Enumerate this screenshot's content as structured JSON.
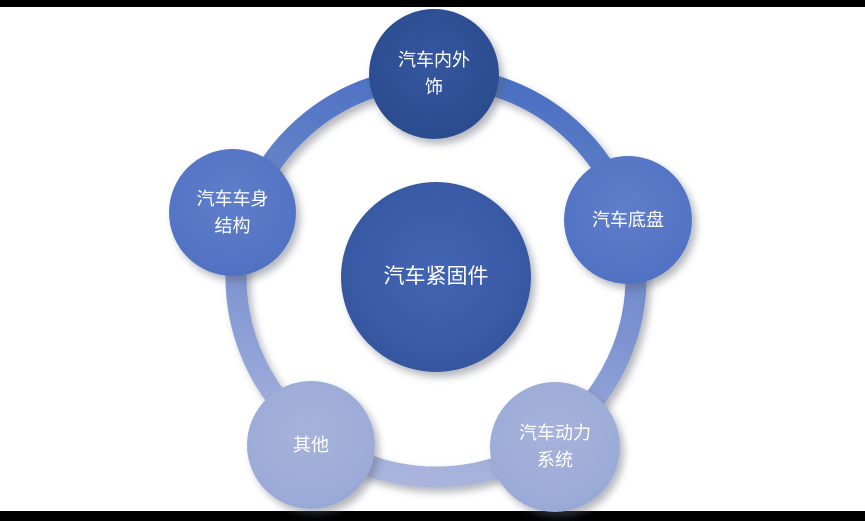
{
  "diagram": {
    "type": "radial-cycle",
    "center": {
      "label": "汽车紧固件",
      "color": "#3a5ba7"
    },
    "nodes": [
      {
        "position": "top",
        "label": "汽车内外饰",
        "lines": [
          "汽车内外",
          "饰"
        ],
        "color": "#2c4c90"
      },
      {
        "position": "right",
        "label": "汽车底盘",
        "lines": [
          "汽车底盘"
        ],
        "color": "#5374c4"
      },
      {
        "position": "bottom-right",
        "label": "汽车动力系统",
        "lines": [
          "汽车动力",
          "系统"
        ],
        "color": "#9cabd7"
      },
      {
        "position": "bottom-left",
        "label": "其他",
        "lines": [
          "其他"
        ],
        "color": "#9cabd7"
      },
      {
        "position": "left",
        "label": "汽车车身结构",
        "lines": [
          "汽车车身",
          "结构"
        ],
        "color": "#5374c4"
      }
    ],
    "ring": {
      "color_top": "#4a70c2",
      "color_bottom": "#aab5de"
    },
    "text_color": "#ffffff",
    "letterbox_color": "#000000"
  }
}
